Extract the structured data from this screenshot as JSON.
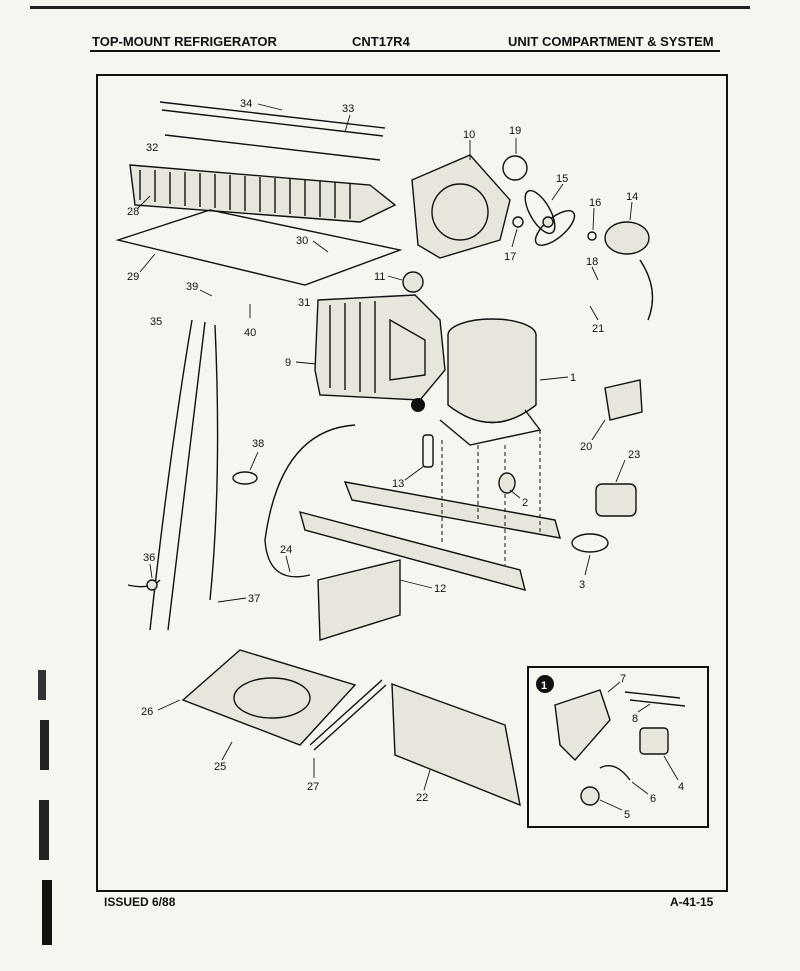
{
  "header": {
    "left_title": "TOP-MOUNT REFRIGERATOR",
    "model": "CNT17R4",
    "right_title": "UNIT COMPARTMENT & SYSTEM"
  },
  "footer": {
    "issued": "ISSUED 6/88",
    "page": "A-41-15"
  },
  "callouts": [
    "34",
    "33",
    "32",
    "28",
    "10",
    "19",
    "15",
    "16",
    "14",
    "30",
    "29",
    "11",
    "17",
    "18",
    "39",
    "35",
    "31",
    "40",
    "21",
    "9",
    "1",
    "20",
    "38",
    "13",
    "2",
    "23",
    "36",
    "24",
    "12",
    "37",
    "3",
    "26",
    "25",
    "27",
    "22",
    "7",
    "8",
    "4",
    "6",
    "5"
  ],
  "inset_marker": "1"
}
